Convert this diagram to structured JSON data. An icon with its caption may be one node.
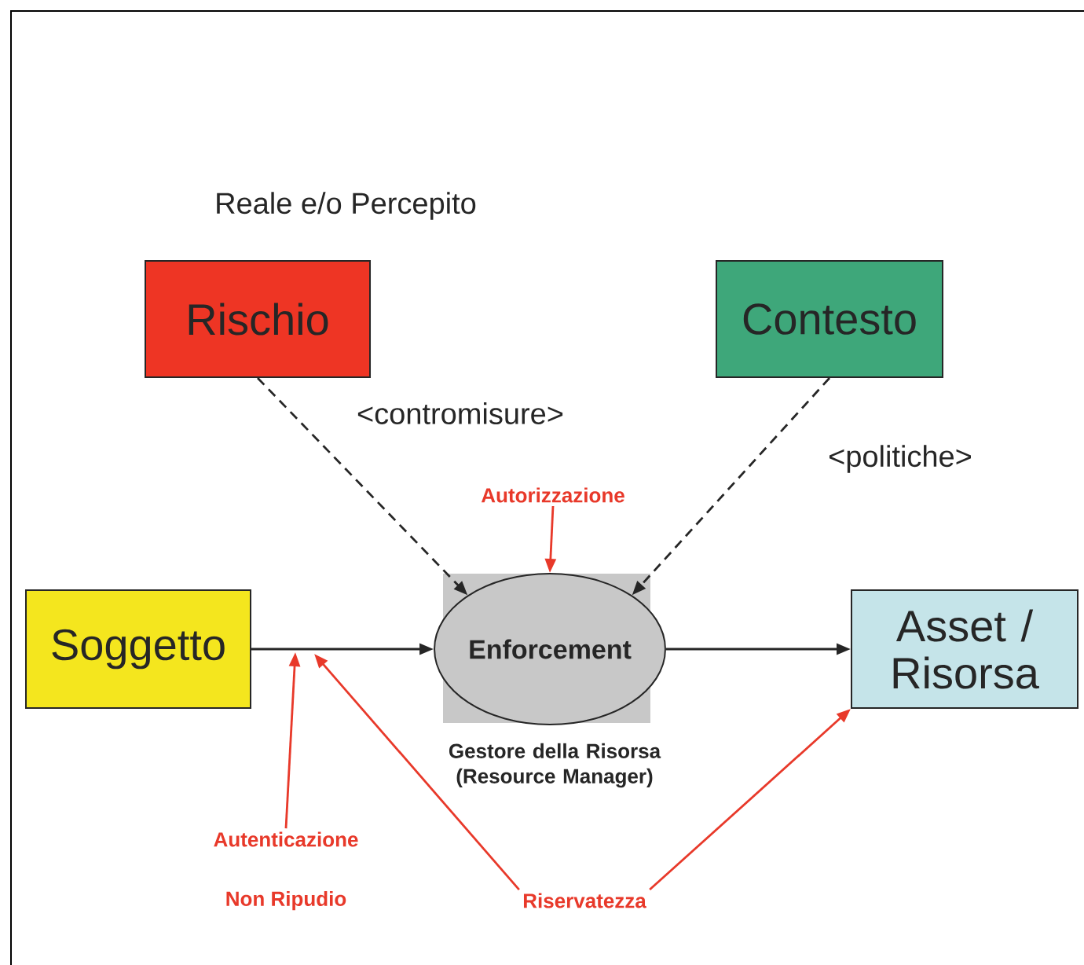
{
  "diagram": {
    "nodes": [
      {
        "text": [
          "Rischio"
        ],
        "beside": [
          "Reale e/o Percepito"
        ]
      },
      {
        "text": [
          "Contesto"
        ]
      },
      {
        "text": [
          "Soggetto"
        ]
      },
      {
        "text": [
          "Enforcement"
        ],
        "beside": [
          "Gestore della Risorsa (Resource Manager)"
        ]
      },
      {
        "text": [
          "Asset / Risorsa"
        ]
      },
      {
        "text": [
          "Autorizzazione"
        ]
      },
      {
        "text": [
          "Autenticazione"
        ]
      },
      {
        "text": [
          "Riservatezza"
        ]
      }
    ],
    "edges": [
      {
        "from": 0,
        "to": 3,
        "arrow": "to",
        "style": "dashed",
        "label": "<contromisure>"
      },
      {
        "from": 1,
        "to": 3,
        "arrow": "to",
        "style": "dashed",
        "label": "<politiche>"
      },
      {
        "from": 2,
        "to": 3,
        "arrow": "to"
      },
      {
        "from": 3,
        "to": 4,
        "arrow": "to"
      },
      {
        "from": 5,
        "to": 3,
        "arrow": "to",
        "color": "#e8392a"
      },
      {
        "from": 6,
        "to": null,
        "arrow": "to",
        "color": "#e8392a"
      },
      {
        "from": 7,
        "to": null,
        "arrow": "to",
        "color": "#e8392a"
      },
      {
        "from": 7,
        "to": 4,
        "arrow": "to",
        "color": "#e8392a"
      }
    ],
    "labels": [
      "Non Ripudio"
    ]
  }
}
